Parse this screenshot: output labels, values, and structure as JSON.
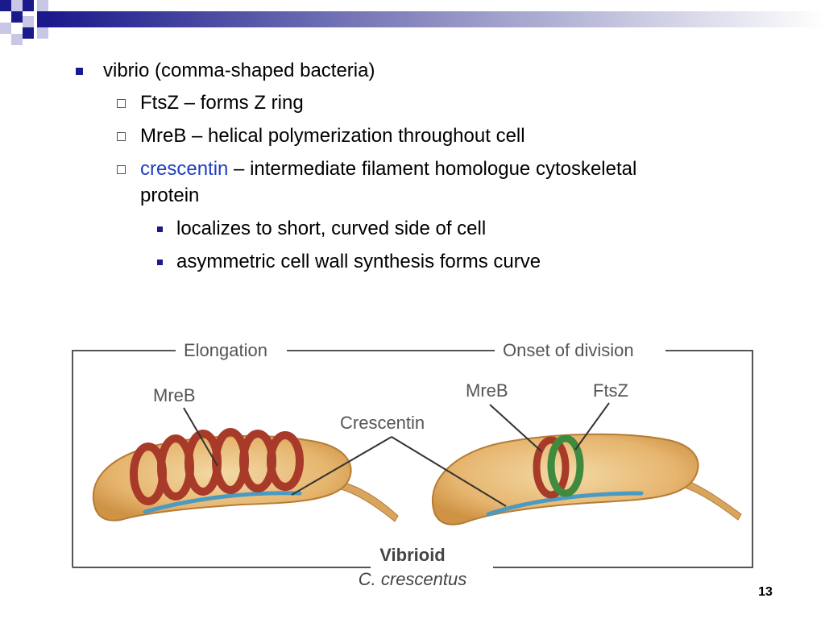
{
  "bullets": {
    "b1": "vibrio (comma-shaped bacteria)",
    "b1a": "FtsZ – forms Z ring",
    "b1b": "MreB – helical polymerization throughout cell",
    "b1c_term": "crescentin",
    "b1c_rest": " – intermediate filament homologue cytoskeletal",
    "b1c_cont": "protein",
    "b1c_i": "localizes to short, curved side of cell",
    "b1c_ii": "asymmetric cell wall synthesis forms curve"
  },
  "figure": {
    "left_panel": "Elongation",
    "right_panel": "Onset of division",
    "mreb_left": "MreB",
    "mreb_right": "MreB",
    "ftsz": "FtsZ",
    "crescentin": "Crescentin",
    "caption_bold": "Vibrioid",
    "caption_italic": "C. crescentus"
  },
  "colors": {
    "cell_fill": "#e2b16a",
    "cell_edge": "#b57c35",
    "mreb": "#a83a2a",
    "ftsz": "#3f8a3e",
    "crescentin": "#4a9ac2",
    "bullet": "#1a1a8c",
    "highlight": "#1f3fbf"
  },
  "page_number": "13"
}
